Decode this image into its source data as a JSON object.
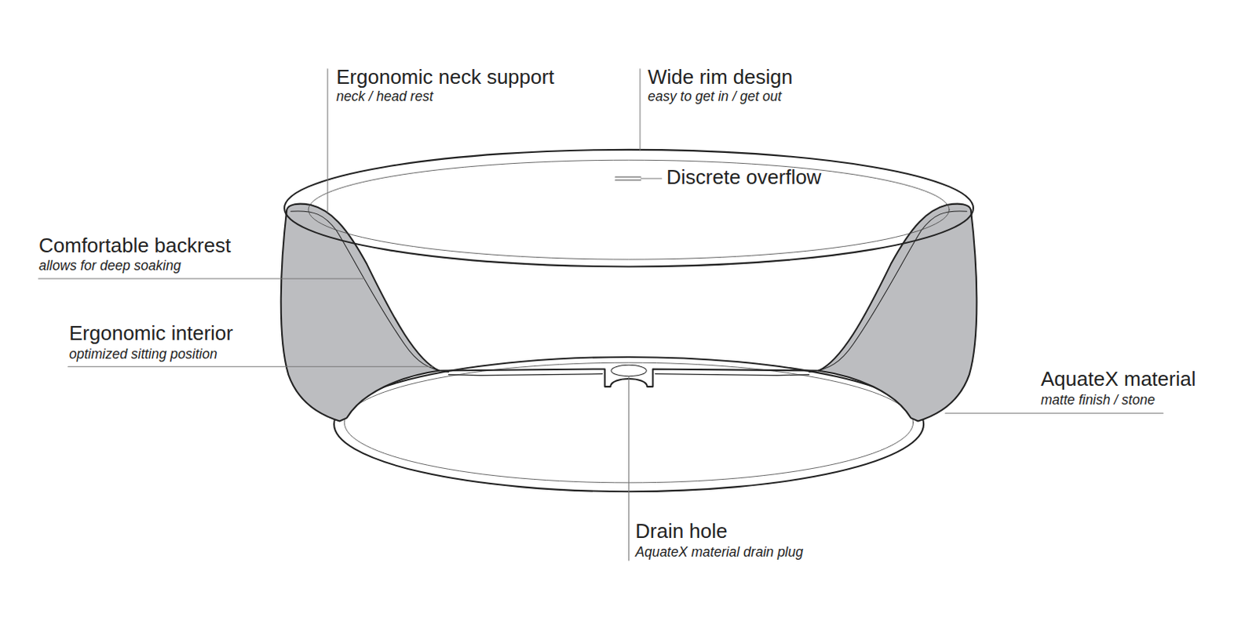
{
  "diagram": {
    "labels": [
      "Ergonomic neck support",
      "neck / head rest",
      "Wide rim design",
      "easy to get in / get out",
      "Discrete overflow",
      "Comfortable backrest",
      "allows for deep soaking",
      "Ergonomic interior",
      "optimized sitting position",
      "AquateX material",
      "matte finish / stone",
      "Drain hole",
      "AquateX material drain plug"
    ]
  }
}
